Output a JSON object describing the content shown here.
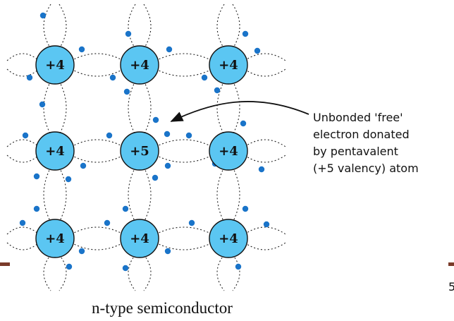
{
  "colors": {
    "atom_fill": "#5bc6f2",
    "electron": "#1a74c9",
    "slide_accent": "#7a3b2a"
  },
  "atoms": [
    {
      "label": "+4"
    },
    {
      "label": "+4"
    },
    {
      "label": "+4"
    },
    {
      "label": "+4"
    },
    {
      "label": "+5"
    },
    {
      "label": "+4"
    },
    {
      "label": "+4"
    },
    {
      "label": "+4"
    },
    {
      "label": "+4"
    }
  ],
  "annotation": {
    "lines": [
      "Unbonded 'free'",
      "electron donated",
      "by pentavalent",
      "(+5 valency) atom"
    ]
  },
  "caption": "n-type semiconductor",
  "edge_glyph": "5"
}
